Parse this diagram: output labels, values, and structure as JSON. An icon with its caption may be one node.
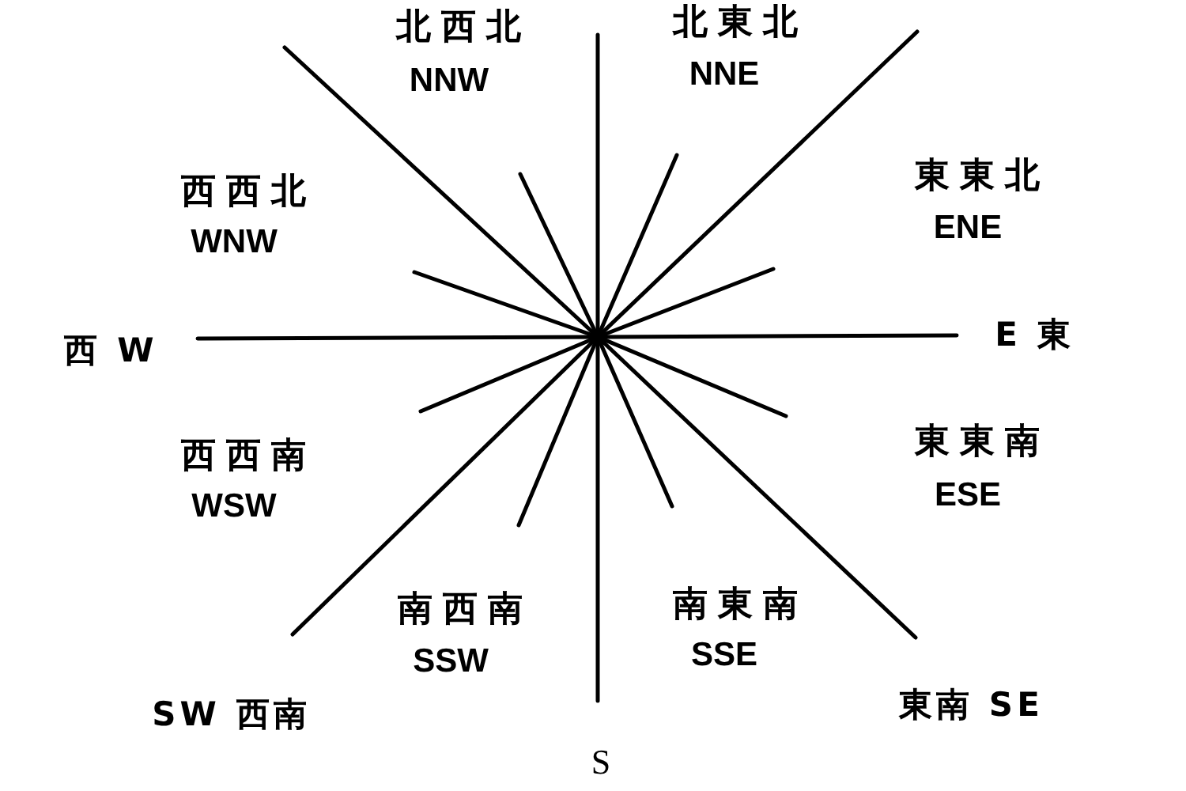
{
  "diagram": {
    "labels": [
      "北西北",
      "NNW",
      "北東北",
      "NNE",
      "西西北",
      "WNW",
      "東東北",
      "ENE",
      "西 W",
      "E 東",
      "西西南",
      "WSW",
      "東東南",
      "ESE",
      "南西南",
      "SSW",
      "南東南",
      "SSE",
      "SW 西南",
      "東南 SE",
      "S"
    ]
  }
}
